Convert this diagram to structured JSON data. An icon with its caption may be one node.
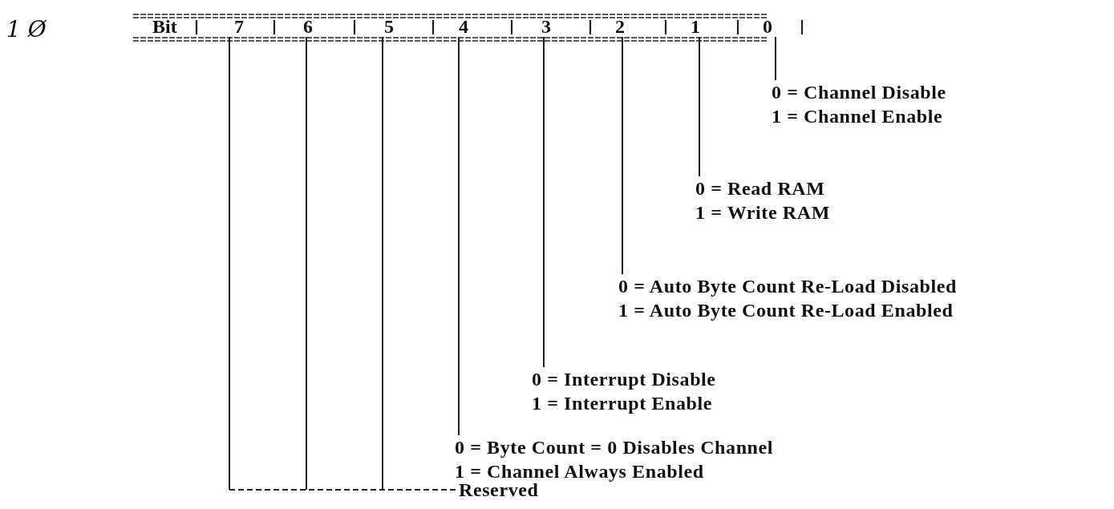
{
  "diagram": {
    "nodes": [
      {
        "text": [
          "7"
        ]
      },
      {
        "text": [
          "6"
        ]
      },
      {
        "text": [
          "5"
        ]
      },
      {
        "text": [
          "4"
        ]
      },
      {
        "text": [
          "3"
        ]
      },
      {
        "text": [
          "2"
        ]
      },
      {
        "text": [
          "1"
        ]
      },
      {
        "text": [
          "0"
        ]
      },
      {
        "text": [
          "0 = Channel Disable",
          "1 = Channel Enable"
        ]
      },
      {
        "text": [
          "0 = Read RAM",
          "1 = Write RAM"
        ]
      },
      {
        "text": [
          "0 = Auto Byte Count Re-Load Disabled",
          "1 = Auto Byte Count Re-Load Enabled"
        ]
      },
      {
        "text": [
          "0 = Interrupt Disable",
          "1 = Interrupt Enable"
        ]
      },
      {
        "text": [
          "0 = Byte Count = 0 Disables Channel",
          "1 = Channel Always Enabled"
        ]
      },
      {
        "text": [
          "Reserved"
        ]
      }
    ],
    "edges": [
      {
        "from": 7,
        "to": 8,
        "arrow": "none"
      },
      {
        "from": 6,
        "to": 9,
        "arrow": "none"
      },
      {
        "from": 5,
        "to": 10,
        "arrow": "none"
      },
      {
        "from": 4,
        "to": 11,
        "arrow": "none"
      },
      {
        "from": 3,
        "to": 12,
        "arrow": "none"
      },
      {
        "from": 0,
        "to": 13,
        "arrow": "none",
        "style": "dashed"
      },
      {
        "from": 1,
        "to": 13,
        "arrow": "none",
        "style": "dashed"
      },
      {
        "from": 2,
        "to": 13,
        "arrow": "none",
        "style": "dashed"
      }
    ],
    "labels": [
      "1 Ø",
      "Bit"
    ]
  }
}
